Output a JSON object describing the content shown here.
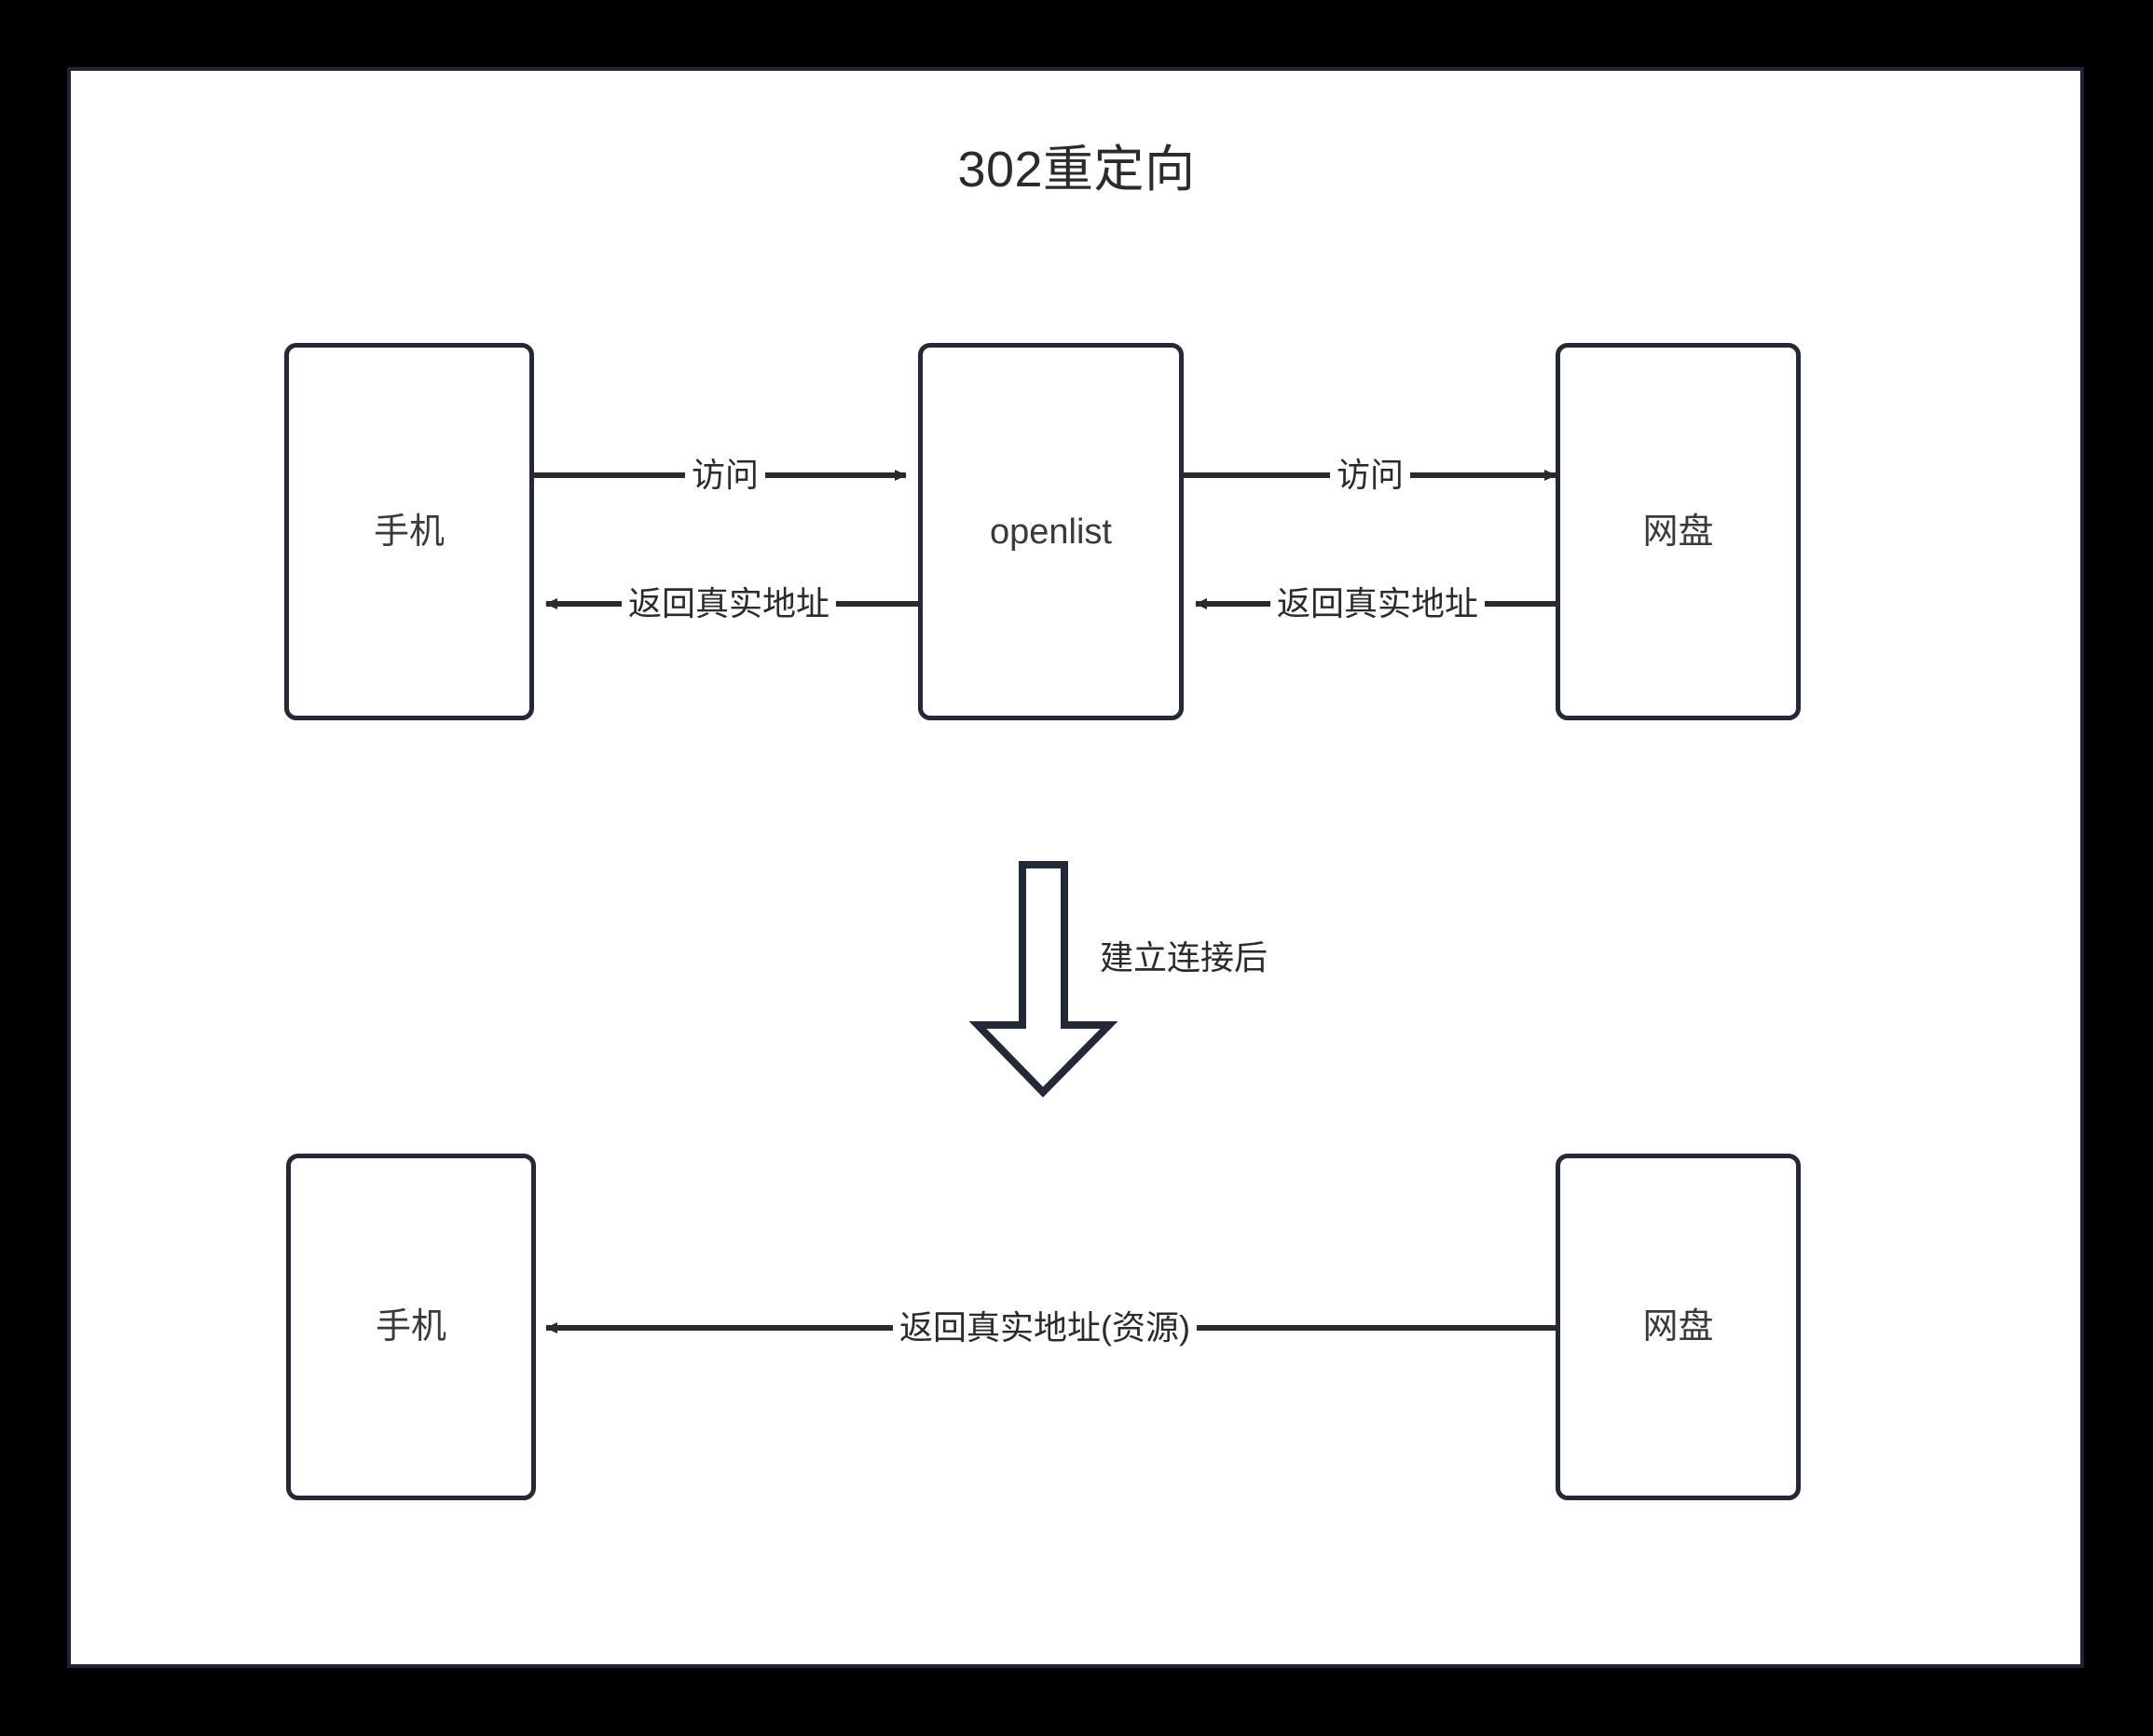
{
  "title": "302重定向",
  "canvas": {
    "background_color": "#ffffff",
    "frame_color": "#000000",
    "border_color": "#1f2530"
  },
  "style": {
    "node_stroke": "#232a35",
    "line_stroke": "#2b2b2b",
    "text_color": "#2b2b2b"
  },
  "top_row": {
    "nodes": [
      {
        "id": "phone-top",
        "label": "手机"
      },
      {
        "id": "openlist",
        "label": "openlist"
      },
      {
        "id": "netdisk-top",
        "label": "网盘"
      }
    ],
    "edges": [
      {
        "id": "phone-to-openlist",
        "label": "访问",
        "direction": "right"
      },
      {
        "id": "openlist-to-phone",
        "label": "返回真实地址",
        "direction": "left"
      },
      {
        "id": "openlist-to-netdisk",
        "label": "访问",
        "direction": "right"
      },
      {
        "id": "netdisk-to-openlist",
        "label": "返回真实地址",
        "direction": "left"
      }
    ]
  },
  "transition": {
    "arrow": "down-arrow-icon",
    "label": "建立连接后"
  },
  "bottom_row": {
    "nodes": [
      {
        "id": "phone-bottom",
        "label": "手机"
      },
      {
        "id": "netdisk-bottom",
        "label": "网盘"
      }
    ],
    "edges": [
      {
        "id": "netdisk-to-phone",
        "label": "返回真实地址(资源)",
        "direction": "left"
      }
    ]
  }
}
